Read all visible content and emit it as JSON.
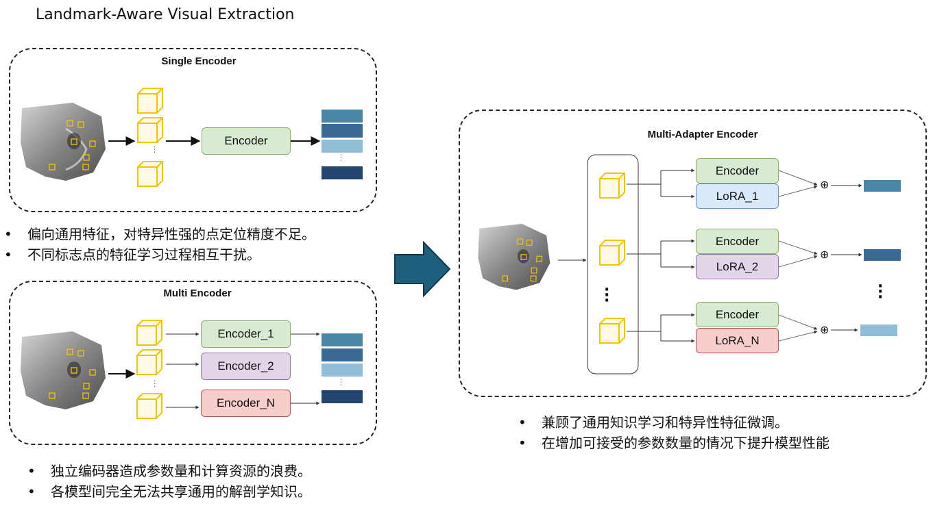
{
  "title": "Landmark-Aware Visual Extraction",
  "single_panel": {
    "title": "Single Encoder",
    "encoder_label": "Encoder",
    "bullets": [
      "偏向通用特征，对特异性强的点定位精度不足。",
      "不同标志点的特征学习过程相互干扰。"
    ],
    "bar_colors": [
      "#4a86a8",
      "#3a6a96",
      "#92bdd6",
      "#24466e"
    ]
  },
  "multi_panel": {
    "title": "Multi Encoder",
    "encoders": [
      "Encoder_1",
      "Encoder_2",
      "Encoder_N"
    ],
    "bullets": [
      "独立编码器造成参数量和计算资源的浪费。",
      "各模型间完全无法共享通用的解剖学知识。"
    ]
  },
  "adapter_panel": {
    "title": "Multi-Adapter Encoder",
    "groups": [
      {
        "encoder": "Encoder",
        "lora": "LoRA_1"
      },
      {
        "encoder": "Encoder",
        "lora": "LoRA_2"
      },
      {
        "encoder": "Encoder",
        "lora": "LoRA_N"
      }
    ],
    "plus_symbol": "⊕",
    "bullets": [
      "兼顾了通用知识学习和特异性特征微调。",
      "在增加可接受的参数数量的情况下提升模型性能"
    ]
  },
  "icons": [
    "skull-ct-image",
    "cube-icon",
    "big-arrow-icon",
    "vertical-ellipsis-icon"
  ],
  "colors": {
    "encoder_green": "#d9ead3",
    "lora_1": "#dae8fc",
    "lora_2": "#e1d5e7",
    "lora_n": "#f8cecc",
    "cube": "#f5c400",
    "arrow": "#1e5f7e"
  }
}
